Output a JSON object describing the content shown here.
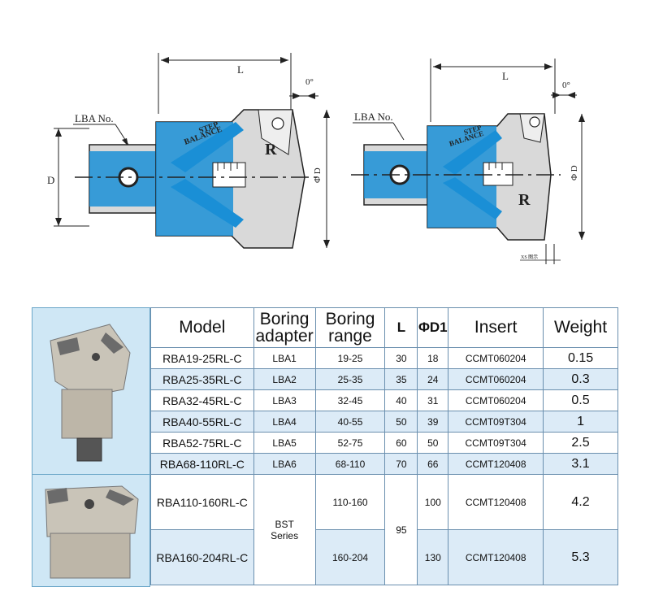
{
  "drawing": {
    "labels": {
      "length": "L",
      "angle": "0°",
      "lba": "LBA No.",
      "diameter_left": "D",
      "diameter_right": "Φ D",
      "step": "STEP",
      "balance": "BALANCE",
      "r_mark": "R",
      "small_note": "XS 图示"
    }
  },
  "table": {
    "headers": {
      "model": "Model",
      "adapter_1": "Boring",
      "adapter_2": "adapter",
      "range_1": "Boring",
      "range_2": "range",
      "l": "L",
      "d1": "ΦD1",
      "insert": "Insert",
      "weight": "Weight"
    },
    "rows": [
      {
        "model": "RBA19-25RL-C",
        "adapter": "LBA1",
        "range": "19-25",
        "l": "30",
        "d1": "18",
        "insert": "CCMT060204",
        "weight": "0.15"
      },
      {
        "model": "RBA25-35RL-C",
        "adapter": "LBA2",
        "range": "25-35",
        "l": "35",
        "d1": "24",
        "insert": "CCMT060204",
        "weight": "0.3"
      },
      {
        "model": "RBA32-45RL-C",
        "adapter": "LBA3",
        "range": "32-45",
        "l": "40",
        "d1": "31",
        "insert": "CCMT060204",
        "weight": "0.5"
      },
      {
        "model": "RBA40-55RL-C",
        "adapter": "LBA4",
        "range": "40-55",
        "l": "50",
        "d1": "39",
        "insert": "CCMT09T304",
        "weight": "1"
      },
      {
        "model": "RBA52-75RL-C",
        "adapter": "LBA5",
        "range": "52-75",
        "l": "60",
        "d1": "50",
        "insert": "CCMT09T304",
        "weight": "2.5"
      },
      {
        "model": "RBA68-110RL-C",
        "adapter": "LBA6",
        "range": "68-110",
        "l": "70",
        "d1": "66",
        "insert": "CCMT120408",
        "weight": "3.1"
      },
      {
        "model": "RBA110-160RL-C",
        "range": "110-160",
        "d1": "100",
        "insert": "CCMT120408",
        "weight": "4.2"
      },
      {
        "model": "RBA160-204RL-C",
        "range": "160-204",
        "d1": "130",
        "insert": "CCMT120408",
        "weight": "5.3"
      }
    ],
    "bst_1": "BST",
    "bst_2": "Series",
    "shared_l": "95"
  },
  "colors": {
    "tool_blue": "#1a8fd6",
    "light_blue": "#dcebf7",
    "border": "#6a8fae"
  }
}
